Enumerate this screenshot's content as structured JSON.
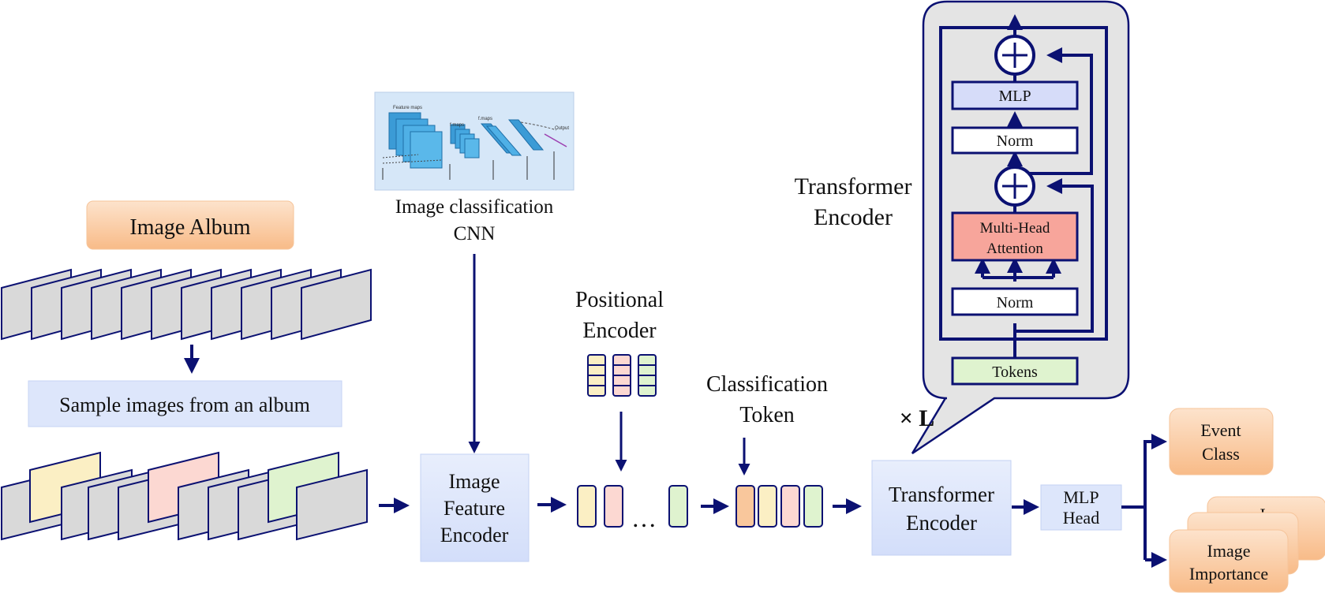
{
  "image_album": {
    "label": "Image Album"
  },
  "sampling": {
    "label": "Sample images from an album"
  },
  "cnn": {
    "caption_line1": "Image classification",
    "caption_line2": "CNN",
    "thumb_text": {
      "feature_maps": "Feature maps",
      "f_maps_a": "f.maps",
      "f_maps_b": "f.maps",
      "output": "Output"
    }
  },
  "feature_encoder": {
    "line1": "Image",
    "line2": "Feature",
    "line3": "Encoder"
  },
  "positional_encoder": {
    "line1": "Positional",
    "line2": "Encoder"
  },
  "classification_token": {
    "line1": "Classification",
    "line2": "Token"
  },
  "ellipsis": "…",
  "transformer_block": {
    "line1": "Transformer",
    "line2": "Encoder"
  },
  "transformer_detail": {
    "title_line1": "Transformer",
    "title_line2": "Encoder",
    "mlp": "MLP",
    "norm_top": "Norm",
    "mha_line1": "Multi-Head",
    "mha_line2": "Attention",
    "norm_bottom": "Norm",
    "tokens": "Tokens",
    "repeat": "× L"
  },
  "mlp_head": {
    "line1": "MLP",
    "line2": "Head"
  },
  "outputs": {
    "event_class": {
      "line1": "Event",
      "line2": "Class"
    },
    "image_importance": {
      "line1": "Image",
      "line2": "Importance"
    },
    "stack_peek": "I"
  },
  "colors": {
    "navy": "#0b1172",
    "blue_box": "#dde6fb",
    "orange": "#f9c79c",
    "yellow": "#fbefc4",
    "pink": "#fcd8d2",
    "green": "#dff3cf",
    "gray": "#d9d9d9",
    "mha": "#f7a59b"
  }
}
